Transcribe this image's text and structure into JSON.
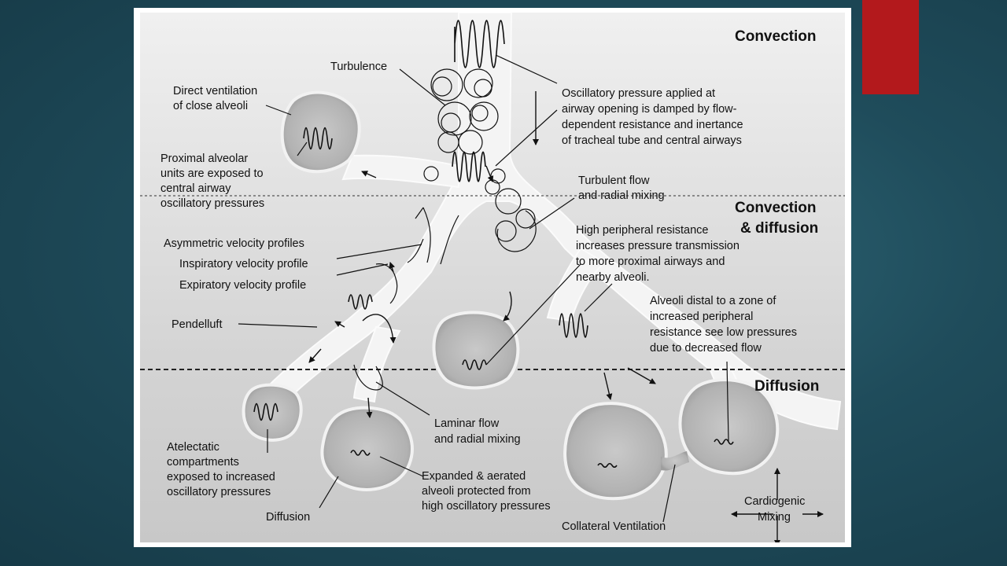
{
  "zones": {
    "convection": "Convection",
    "convection_diffusion_1": "Convection",
    "convection_diffusion_2": "& diffusion",
    "diffusion": "Diffusion"
  },
  "labels": {
    "turbulence": "Turbulence",
    "direct_vent_1": "Direct ventilation",
    "direct_vent_2": "of close alveoli",
    "proximal_1": "Proximal alveolar",
    "proximal_2": "units are exposed to",
    "proximal_3": "central airway",
    "proximal_4": "oscillatory pressures",
    "osc_1": "Oscillatory pressure applied at",
    "osc_2": "airway opening is damped by flow-",
    "osc_3": "dependent resistance and inertance",
    "osc_4": "of tracheal tube and central airways",
    "turb_flow_1": "Turbulent flow",
    "turb_flow_2": "and radial mixing",
    "asym": "Asymmetric velocity profiles",
    "insp": "Inspiratory velocity profile",
    "exp": "Expiratory velocity profile",
    "high_res_1": "High peripheral resistance",
    "high_res_2": "increases pressure transmission",
    "high_res_3": "to more proximal airways and",
    "high_res_4": "nearby alveoli.",
    "pendelluft": "Pendelluft",
    "distal_1": "Alveoli distal to a zone of",
    "distal_2": "increased peripheral",
    "distal_3": "resistance see low pressures",
    "distal_4": "due to decreased flow",
    "laminar_1": "Laminar flow",
    "laminar_2": "and radial mixing",
    "atel_1": "Atelectatic",
    "atel_2": "compartments",
    "atel_3": "exposed to increased",
    "atel_4": "oscillatory pressures",
    "expanded_1": "Expanded & aerated",
    "expanded_2": "alveoli protected from",
    "expanded_3": "high oscillatory pressures",
    "diffusion_label": "Diffusion",
    "collateral": "Collateral Ventilation",
    "cardio_1": "Cardiogenic",
    "cardio_2": "Mixing"
  },
  "colors": {
    "slide_background": "#1f4c5b",
    "accent_bar": "#b3191c",
    "diagram_background": "#d9d9d9",
    "airway": "#f4f4f4",
    "alveoli": "#b9b9b9"
  }
}
